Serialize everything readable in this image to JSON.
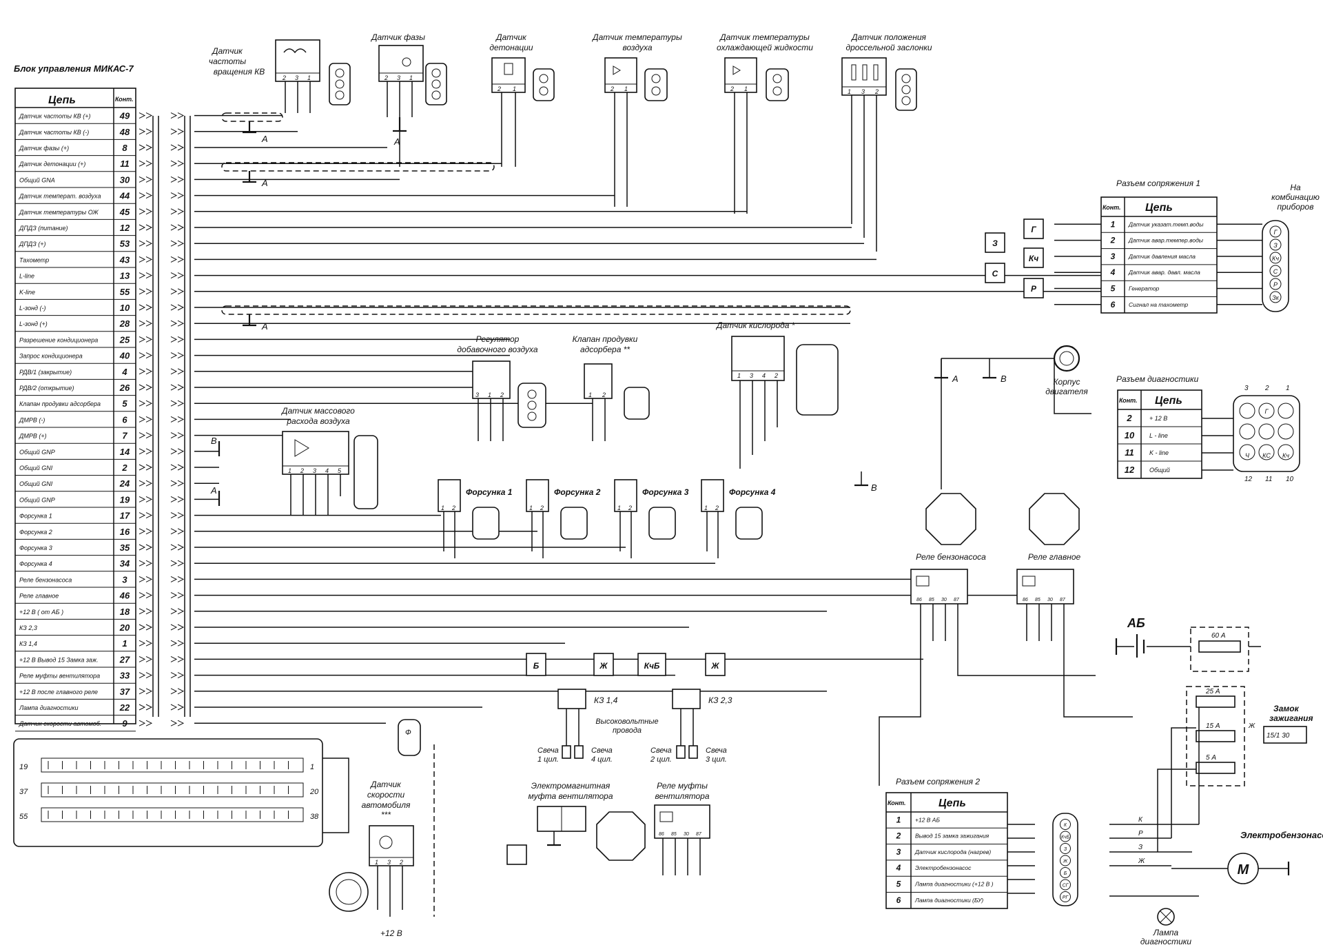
{
  "ecu": {
    "title": "Блок управления МИКАС-7",
    "col_circuit": "Цепь",
    "col_contact": "Конт.",
    "rows": [
      {
        "name": "Датчик частоты КВ (+)",
        "pin": "49"
      },
      {
        "name": "Датчик частоты КВ (-)",
        "pin": "48"
      },
      {
        "name": "Датчик фазы (+)",
        "pin": "8"
      },
      {
        "name": "Датчик детонации (+)",
        "pin": "11"
      },
      {
        "name": "Общий GNA",
        "pin": "30"
      },
      {
        "name": "Датчик температ. воздуха",
        "pin": "44"
      },
      {
        "name": "Датчик температуры ОЖ",
        "pin": "45"
      },
      {
        "name": "ДПДЗ (питание)",
        "pin": "12"
      },
      {
        "name": "ДПДЗ (+)",
        "pin": "53"
      },
      {
        "name": "Тахометр",
        "pin": "43"
      },
      {
        "name": "L-line",
        "pin": "13"
      },
      {
        "name": "K-line",
        "pin": "55"
      },
      {
        "name": "L-зонд (-)",
        "pin": "10"
      },
      {
        "name": "L-зонд (+)",
        "pin": "28"
      },
      {
        "name": "Разрешение кондиционера",
        "pin": "25"
      },
      {
        "name": "Запрос кондиционера",
        "pin": "40"
      },
      {
        "name": "РДВ/1 (закрытие)",
        "pin": "4"
      },
      {
        "name": "РДВ/2 (открытие)",
        "pin": "26"
      },
      {
        "name": "Клапан продувки адсорбера",
        "pin": "5"
      },
      {
        "name": "ДМРВ (-)",
        "pin": "6"
      },
      {
        "name": "ДМРВ (+)",
        "pin": "7"
      },
      {
        "name": "Общий GNP",
        "pin": "14"
      },
      {
        "name": "Общий GNI",
        "pin": "2"
      },
      {
        "name": "Общий GNI",
        "pin": "24"
      },
      {
        "name": "Общий GNP",
        "pin": "19"
      },
      {
        "name": "Форсунка 1",
        "pin": "17"
      },
      {
        "name": "Форсунка 2",
        "pin": "16"
      },
      {
        "name": "Форсунка 3",
        "pin": "35"
      },
      {
        "name": "Форсунка 4",
        "pin": "34"
      },
      {
        "name": "Реле бензонасоса",
        "pin": "3"
      },
      {
        "name": "Реле главное",
        "pin": "46"
      },
      {
        "name": "+12 В ( от АБ )",
        "pin": "18"
      },
      {
        "name": "КЗ 2,3",
        "pin": "20"
      },
      {
        "name": "КЗ 1,4",
        "pin": "1"
      },
      {
        "name": "+12 В  Вывод 15 Замка заж.",
        "pin": "27"
      },
      {
        "name": "Реле муфты вентилятора",
        "pin": "33"
      },
      {
        "name": "+12 В  после главного реле",
        "pin": "37"
      },
      {
        "name": "Лампа диагностики",
        "pin": "22"
      },
      {
        "name": "Датчик скорости автомоб.",
        "pin": "9"
      }
    ]
  },
  "sensors": {
    "crank": "Датчик частоты вращения КВ",
    "crank_l1": "Датчик",
    "crank_l2": "частоты",
    "crank_l3": "вращения КВ",
    "phase": "Датчик фазы",
    "knock_l1": "Датчик",
    "knock_l2": "детонации",
    "air_temp_l1": "Датчик температуры",
    "air_temp_l2": "воздуха",
    "coolant_l1": "Датчик температуры",
    "coolant_l2": "охлаждающей жидкости",
    "throttle_l1": "Датчик положения",
    "throttle_l2": "дроссельной заслонки",
    "idle_l1": "Регулятор",
    "idle_l2": "добавочного воздуха",
    "purge_l1": "Клапан продувки",
    "purge_l2": "адсорбера **",
    "oxygen": "Датчик кислорода *",
    "maf_l1": "Датчик массового",
    "maf_l2": "расхода воздуха",
    "speed_l1": "Датчик",
    "speed_l2": "скорости",
    "speed_l3": "автомобиля",
    "speed_l4": "***"
  },
  "injectors": [
    "Форсунка 1",
    "Форсунка 2",
    "Форсунка 3",
    "Форсунка 4"
  ],
  "connector1": {
    "title": "Разъем сопряжения 1",
    "col_contact": "Конт.",
    "col_circuit": "Цепь",
    "rows": [
      {
        "pin": "1",
        "name": "Датчик указат.темп.воды"
      },
      {
        "pin": "2",
        "name": "Датчик авар.темпер.воды"
      },
      {
        "pin": "3",
        "name": "Датчик давления масла"
      },
      {
        "pin": "4",
        "name": "Датчик авар. давл. масла"
      },
      {
        "pin": "5",
        "name": "Генератор"
      },
      {
        "pin": "6",
        "name": "Сигнал на тахометр"
      }
    ],
    "to_l1": "На",
    "to_l2": "комбинацию",
    "to_l3": "приборов",
    "plug_letters": [
      "Г",
      "З",
      "Кч",
      "С",
      "Р",
      "Зк"
    ],
    "side_letters": [
      "Г",
      "З",
      "Кч",
      "С",
      "Р"
    ]
  },
  "diag": {
    "title": "Разъем диагностики",
    "col_contact": "Конт.",
    "col_circuit": "Цепь",
    "rows": [
      {
        "pin": "2",
        "name": "+ 12 В"
      },
      {
        "pin": "10",
        "name": "L - line"
      },
      {
        "pin": "11",
        "name": "K - line"
      },
      {
        "pin": "12",
        "name": "Общий"
      }
    ],
    "top_nums": [
      "3",
      "2",
      "1"
    ],
    "bottom_nums": [
      "12",
      "11",
      "10"
    ],
    "plug_letters": [
      "Г",
      "Ч",
      "КС",
      "Кч"
    ]
  },
  "ground": {
    "body_l1": "Корпус",
    "body_l2": "двигателя",
    "A": "А",
    "B": "В"
  },
  "relays": {
    "fuel_pump": "Реле бензонасоса",
    "main": "Реле главное",
    "fan": "Реле муфты вентилятора",
    "pins": [
      "86",
      "85",
      "30",
      "87"
    ]
  },
  "ignition": {
    "coil14": "КЗ 1,4",
    "coil23": "КЗ 2,3",
    "hv_l1": "Высоковольтные",
    "hv_l2": "провода",
    "plug1_l1": "Свеча",
    "plug1_l2": "1 цил.",
    "plug4_l1": "Свеча",
    "plug4_l2": "4 цил.",
    "plug2_l1": "Свеча",
    "plug2_l2": "2 цил.",
    "plug3_l1": "Свеча",
    "plug3_l2": "3 цил.",
    "tags": [
      "Б",
      "Ж",
      "КчБ",
      "Ж"
    ]
  },
  "fan_clutch_l1": "Электромагнитная",
  "fan_clutch_l2": "муфта вентилятора",
  "fan_relay_l1": "Реле муфты",
  "fan_relay_l2": "вентилятора",
  "connector2": {
    "title": "Разъем сопряжения 2",
    "col_contact": "Конт.",
    "col_circuit": "Цепь",
    "rows": [
      {
        "pin": "1",
        "name": "+12 В  АБ"
      },
      {
        "pin": "2",
        "name": "Вывод 15 замка зажигания"
      },
      {
        "pin": "3",
        "name": "Датчик кислорода (нагрев)"
      },
      {
        "pin": "4",
        "name": "Электробензонасос"
      },
      {
        "pin": "5",
        "name": "Лампа диагностики (+12 В )"
      },
      {
        "pin": "6",
        "name": "Лампа диагностики (БУ)"
      }
    ],
    "plug_letters": [
      "К",
      "КчБ",
      "З",
      "Ж",
      "Б",
      "СГ",
      "РГ"
    ]
  },
  "power": {
    "battery": "АБ",
    "fuse60": "60 А",
    "fuse25": "25 А",
    "fuse15": "15 А",
    "fuse5": "5 А",
    "lock_l1": "Замок",
    "lock_l2": "зажигания",
    "lock_pins": "15/1      30",
    "pump": "Электробензонасос",
    "motor": "М",
    "lamp_l1": "Лампа",
    "lamp_l2": "диагностики",
    "wire_tags": [
      "К",
      "Р",
      "З",
      "Ж"
    ],
    "wire_j": "Ж"
  },
  "ecu_connector": {
    "n19": "19",
    "n37": "37",
    "n55": "55",
    "n1": "1",
    "n20": "20",
    "n38": "38"
  },
  "speed_supply": "+12 В",
  "speed_tag": "Ф"
}
